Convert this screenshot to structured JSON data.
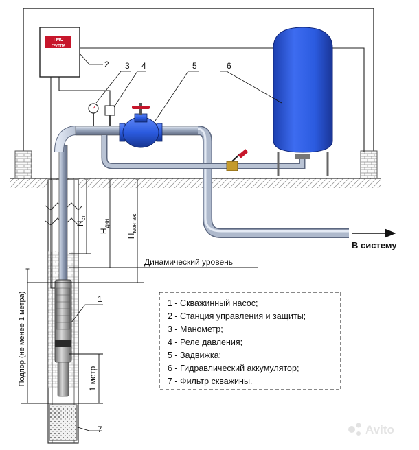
{
  "logo": {
    "brand": "ГМС",
    "sub": "ГРУППА"
  },
  "callouts": {
    "n1": "1",
    "n2": "2",
    "n3": "3",
    "n4": "4",
    "n5": "5",
    "n6": "6",
    "n7": "7"
  },
  "labels": {
    "to_system": "В систему",
    "dynamic_level": "Динамический уровень",
    "one_meter": "1 метр",
    "podpor": "Подпор (не менее 1 метра)",
    "h_st_main": "H",
    "h_st_sub": "ст",
    "h_din_main": "H",
    "h_din_sub": "дин",
    "h_montazh_main": "H",
    "h_montazh_sub": "монтаж"
  },
  "legend": [
    "1 - Скважинный насос;",
    "2 - Станция управления и защиты;",
    "3 - Манометр;",
    "4 - Реле давления;",
    "5 - Задвижка;",
    "6 - Гидравлический аккумулятор;",
    "7 - Фильтр скважины."
  ],
  "watermark": "Avito",
  "colors": {
    "tank": "#2b5be0",
    "pipe": "#9aa7bd",
    "pump": "#9a9a9a",
    "line": "#222222"
  }
}
